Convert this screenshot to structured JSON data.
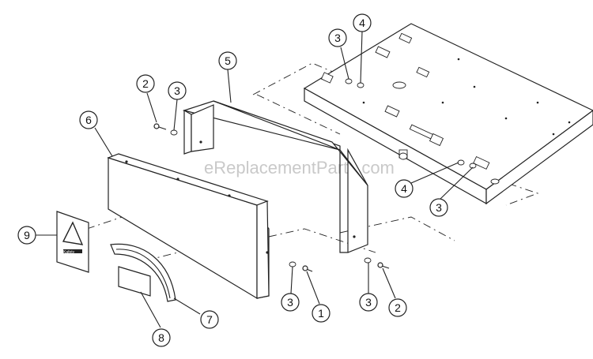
{
  "watermark": "eReplacementParts.com",
  "label_text": "Kafety",
  "callouts": [
    {
      "id": "c1",
      "label": "1"
    },
    {
      "id": "c2a",
      "label": "2"
    },
    {
      "id": "c2b",
      "label": "2"
    },
    {
      "id": "c3a",
      "label": "3"
    },
    {
      "id": "c3b",
      "label": "3"
    },
    {
      "id": "c3c",
      "label": "3"
    },
    {
      "id": "c3d",
      "label": "3"
    },
    {
      "id": "c3e",
      "label": "3"
    },
    {
      "id": "c4a",
      "label": "4"
    },
    {
      "id": "c4b",
      "label": "4"
    },
    {
      "id": "c5",
      "label": "5"
    },
    {
      "id": "c6",
      "label": "6"
    },
    {
      "id": "c7",
      "label": "7"
    },
    {
      "id": "c8",
      "label": "8"
    },
    {
      "id": "c9",
      "label": "9"
    }
  ]
}
